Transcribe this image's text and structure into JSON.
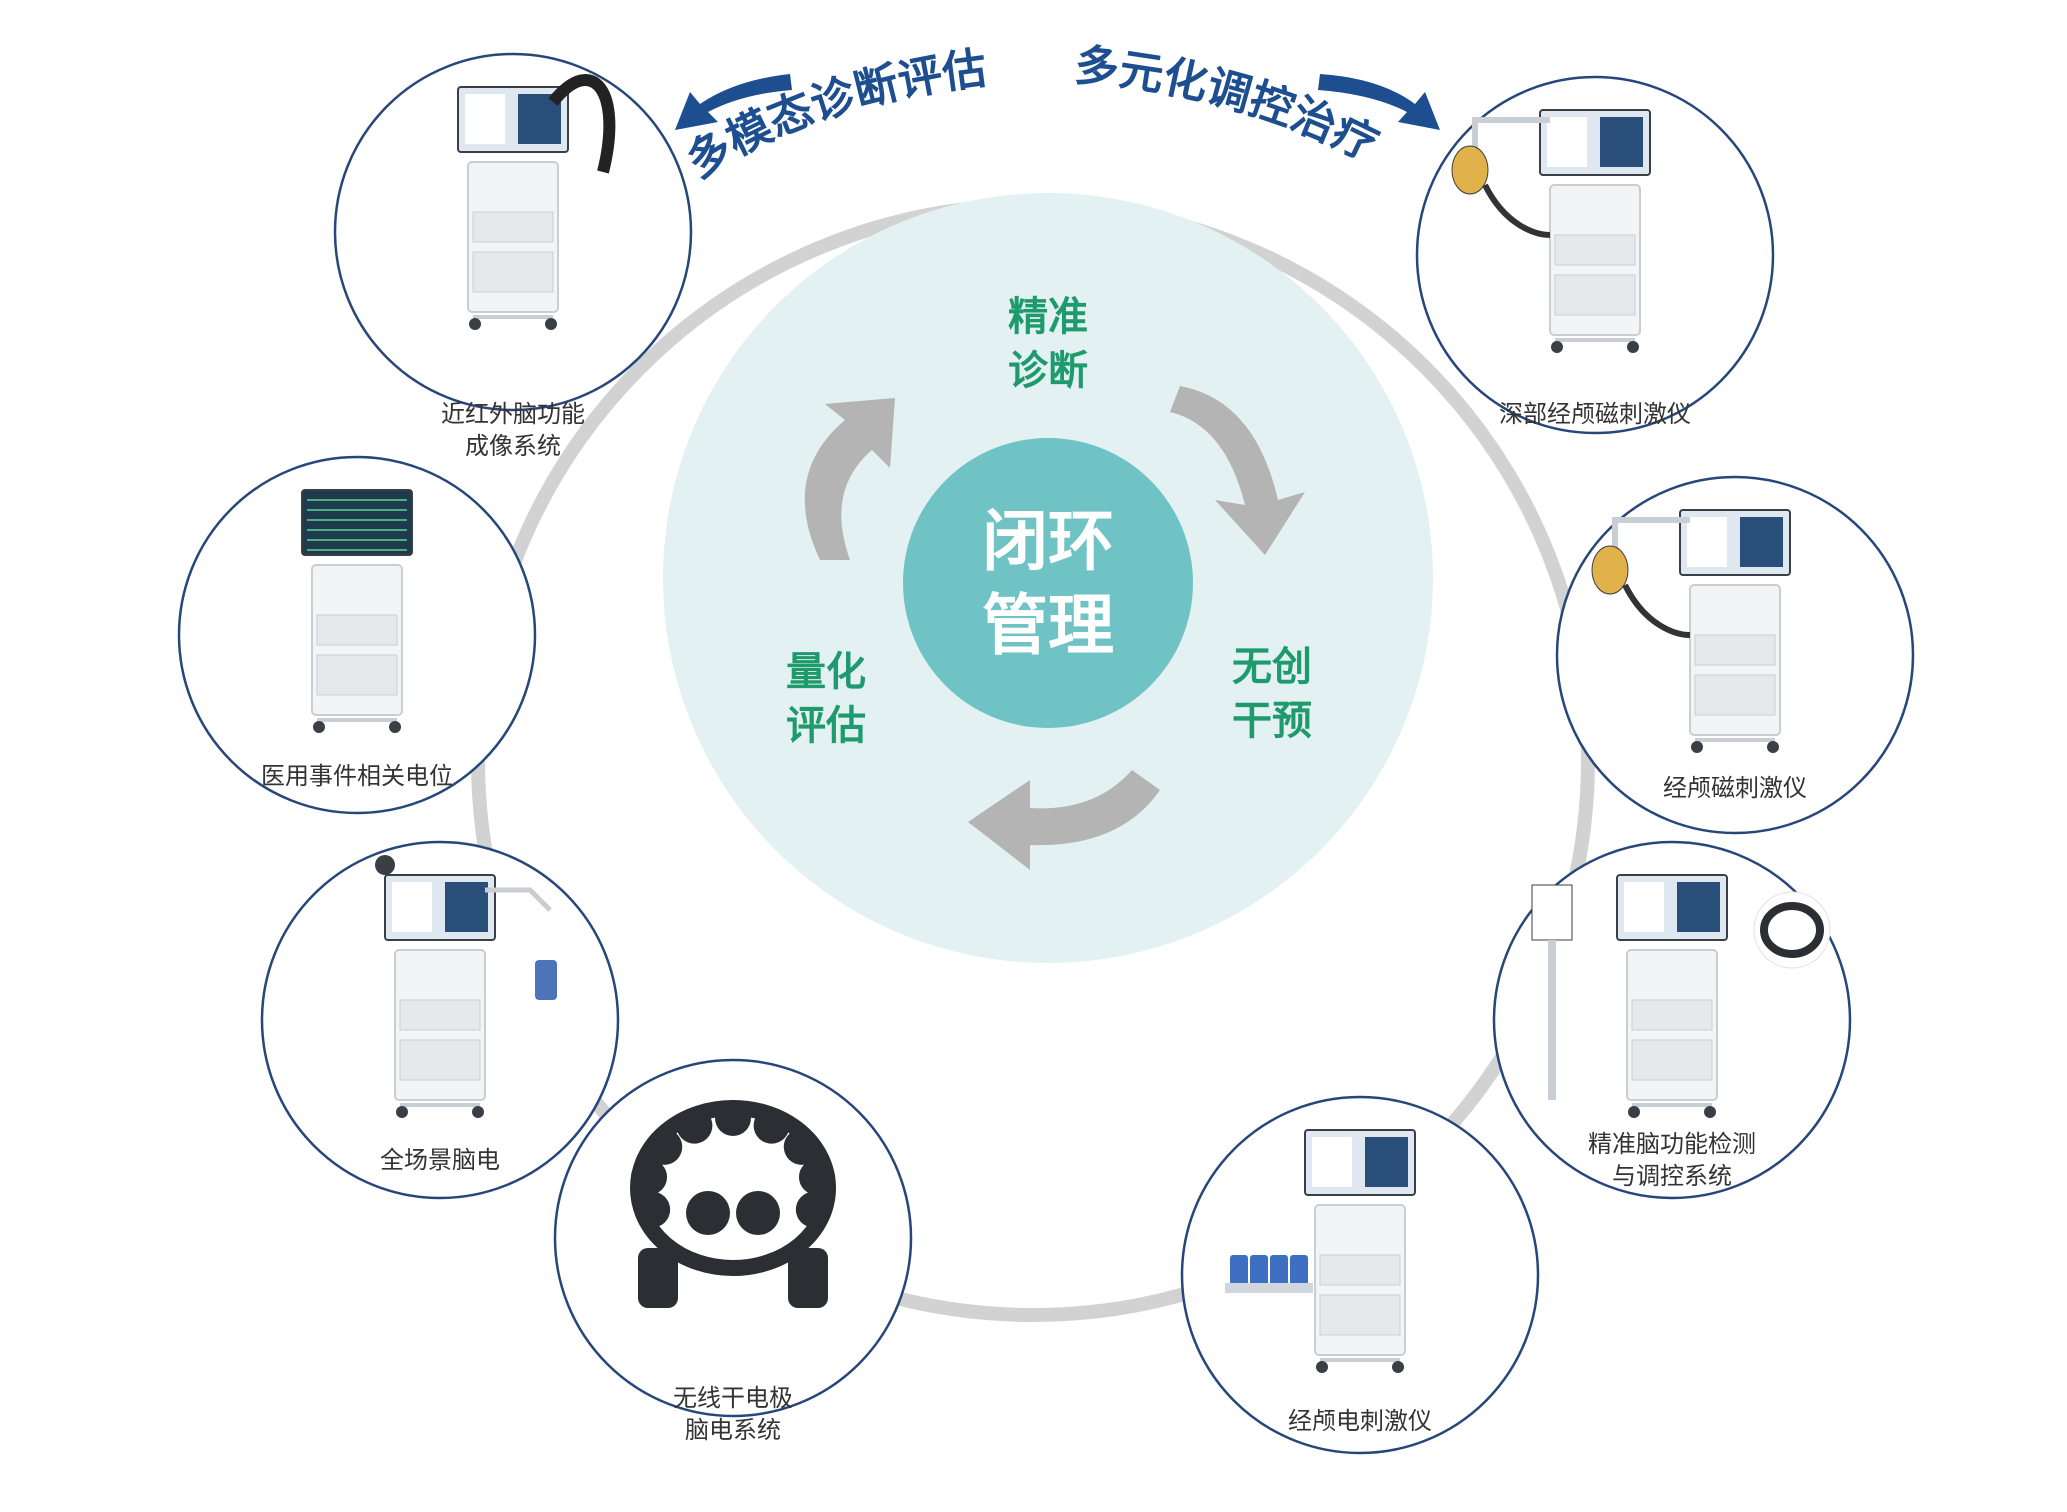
{
  "header": {
    "left_heading": "多模态诊断评估",
    "right_heading": "多元化调控治疗"
  },
  "hub": {
    "line1": "闭环",
    "line2": "管理"
  },
  "cycle": {
    "top": [
      "精准",
      "诊断"
    ],
    "right": [
      "无创",
      "干预"
    ],
    "left": [
      "量化",
      "评估"
    ]
  },
  "devices": {
    "fnirs": {
      "lines": [
        "近红外脑功能",
        "成像系统"
      ],
      "icon": "nirs-imaging-cart-icon"
    },
    "erp": {
      "lines": [
        "医用事件相关电位"
      ],
      "icon": "erp-monitor-cart-icon"
    },
    "eeg": {
      "lines": [
        "全场景脑电"
      ],
      "icon": "eeg-workstation-icon"
    },
    "dry_eeg": {
      "lines": [
        "无线干电极",
        "脑电系统"
      ],
      "icon": "dry-electrode-headset-icon"
    },
    "deep_tms": {
      "lines": [
        "深部经颅磁刺激仪"
      ],
      "icon": "deep-tms-device-icon"
    },
    "tms": {
      "lines": [
        "经颅磁刺激仪"
      ],
      "icon": "tms-device-icon"
    },
    "precision": {
      "lines": [
        "精准脑功能检测",
        "与调控系统"
      ],
      "icon": "precision-brain-system-icon"
    },
    "tes": {
      "lines": [
        "经颅电刺激仪"
      ],
      "icon": "tes-stimulator-icon"
    }
  },
  "colors": {
    "navy": "#1d4e8f",
    "teal_hub": "#6fc3c4",
    "inner_circle": "#e3f1f2",
    "green_text": "#1e9a6c",
    "grey_ring": "#d2d2d2",
    "grey_arrow": "#b4b4b4",
    "circle_border": "#27467a"
  }
}
